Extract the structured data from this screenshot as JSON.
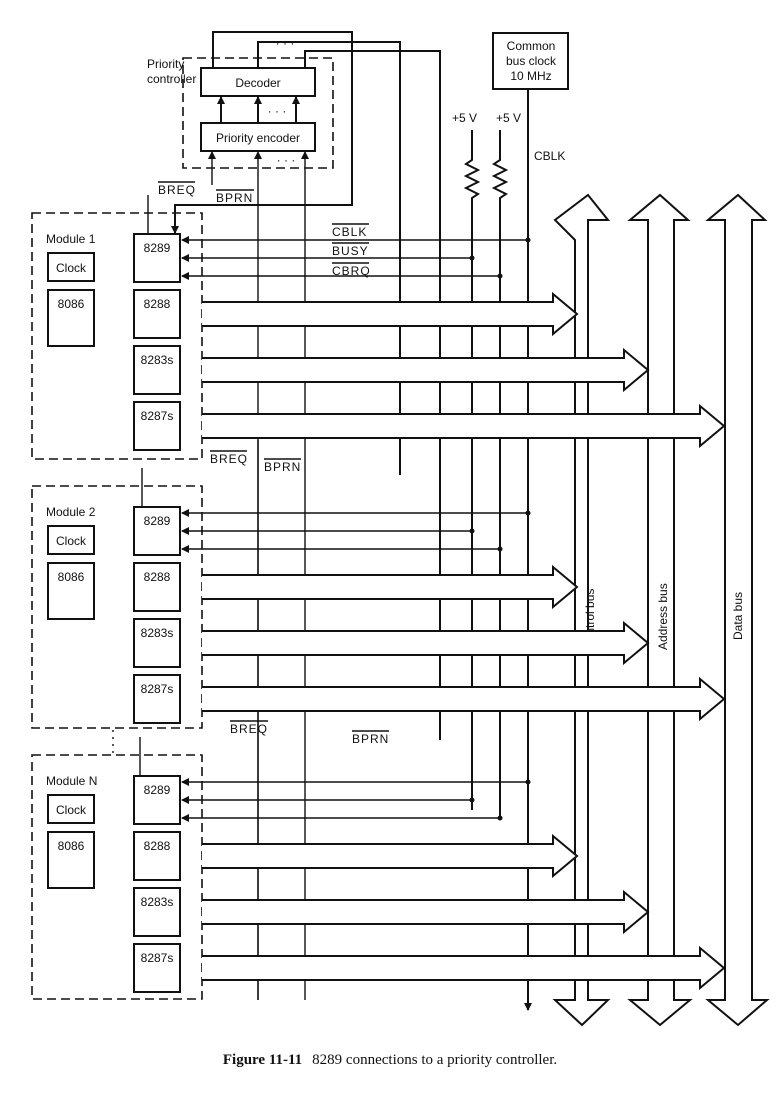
{
  "figure": {
    "number": "Figure 11-11",
    "caption": "8289 connections to a priority controller."
  },
  "priority_controller": {
    "label_line1": "Priority",
    "label_line2": "controller",
    "decoder": "Decoder",
    "encoder": "Priority encoder",
    "ellipsis": "· · ·"
  },
  "clock_source": {
    "line1": "Common",
    "line2": "bus clock",
    "line3": "10 MHz",
    "signal": "CBLK"
  },
  "power": {
    "pullup1": "+5 V",
    "pullup2": "+5 V"
  },
  "signals": {
    "cblk": "CBLK",
    "busy": "BUSY",
    "cbrq": "CBRQ",
    "breq": "BREQ",
    "bprn": "BPRN"
  },
  "modules": [
    {
      "title": "Module 1",
      "clock": "Clock",
      "cpu": "8086",
      "chips": [
        "8289",
        "8288",
        "8283s",
        "8287s"
      ]
    },
    {
      "title": "Module 2",
      "clock": "Clock",
      "cpu": "8086",
      "chips": [
        "8289",
        "8288",
        "8283s",
        "8287s"
      ]
    },
    {
      "title": "Module N",
      "clock": "Clock",
      "cpu": "8086",
      "chips": [
        "8289",
        "8288",
        "8283s",
        "8287s"
      ]
    }
  ],
  "buses": {
    "control": "Control bus",
    "address": "Address bus",
    "data": "Data bus"
  }
}
